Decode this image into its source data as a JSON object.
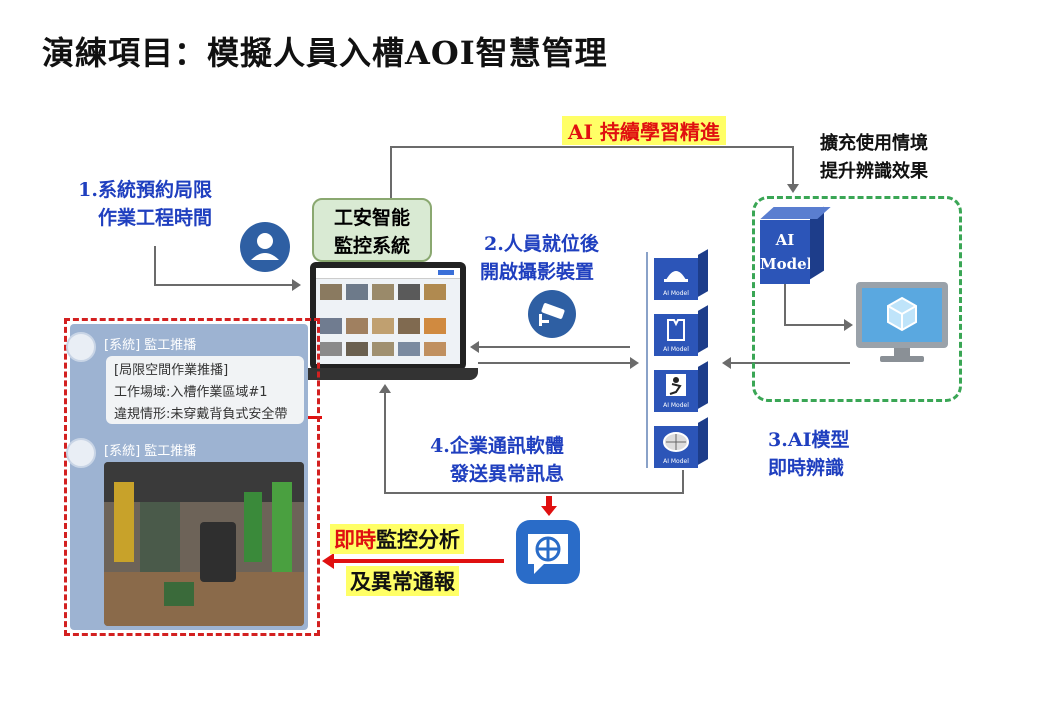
{
  "title": "演練項目：模擬人員入槽AOI智慧管理",
  "ai_learning": "AI 持續學習精進",
  "expand_note": [
    "擴充使用情境",
    "提升辨識效果"
  ],
  "step1": [
    "1.系統預約局限",
    "作業工程時間"
  ],
  "system_box": [
    "工安智能",
    "監控系統"
  ],
  "step2": [
    "2.人員就位後",
    "開啟攝影裝置"
  ],
  "step3": [
    "3.AI模型",
    "即時辨識"
  ],
  "step4": [
    "4.企業通訊軟體",
    "發送異常訊息"
  ],
  "ai_model_cube": [
    "AI",
    "Model"
  ],
  "small_cube_label": "AI Model",
  "bottom_caption": {
    "red": "即時",
    "line1": "監控分析",
    "line2": "及異常通報"
  },
  "chat": {
    "header": "[系統] 監工推播",
    "lines": [
      "[局限空間作業推播]",
      "工作場域:入槽作業區域#1",
      "違規情形:未穿戴背負式安全帶"
    ]
  },
  "colors": {
    "blue_text": "#1f3fbf",
    "red": "#e01010",
    "highlight": "#ffff66",
    "system_box": "#d9ead3",
    "green_dash": "#3aa655"
  },
  "icons": [
    "user-icon",
    "camera-icon",
    "helmet-icon",
    "vest-icon",
    "fall-icon",
    "manhole-icon",
    "monitor-cube-icon",
    "messenger-icon"
  ]
}
